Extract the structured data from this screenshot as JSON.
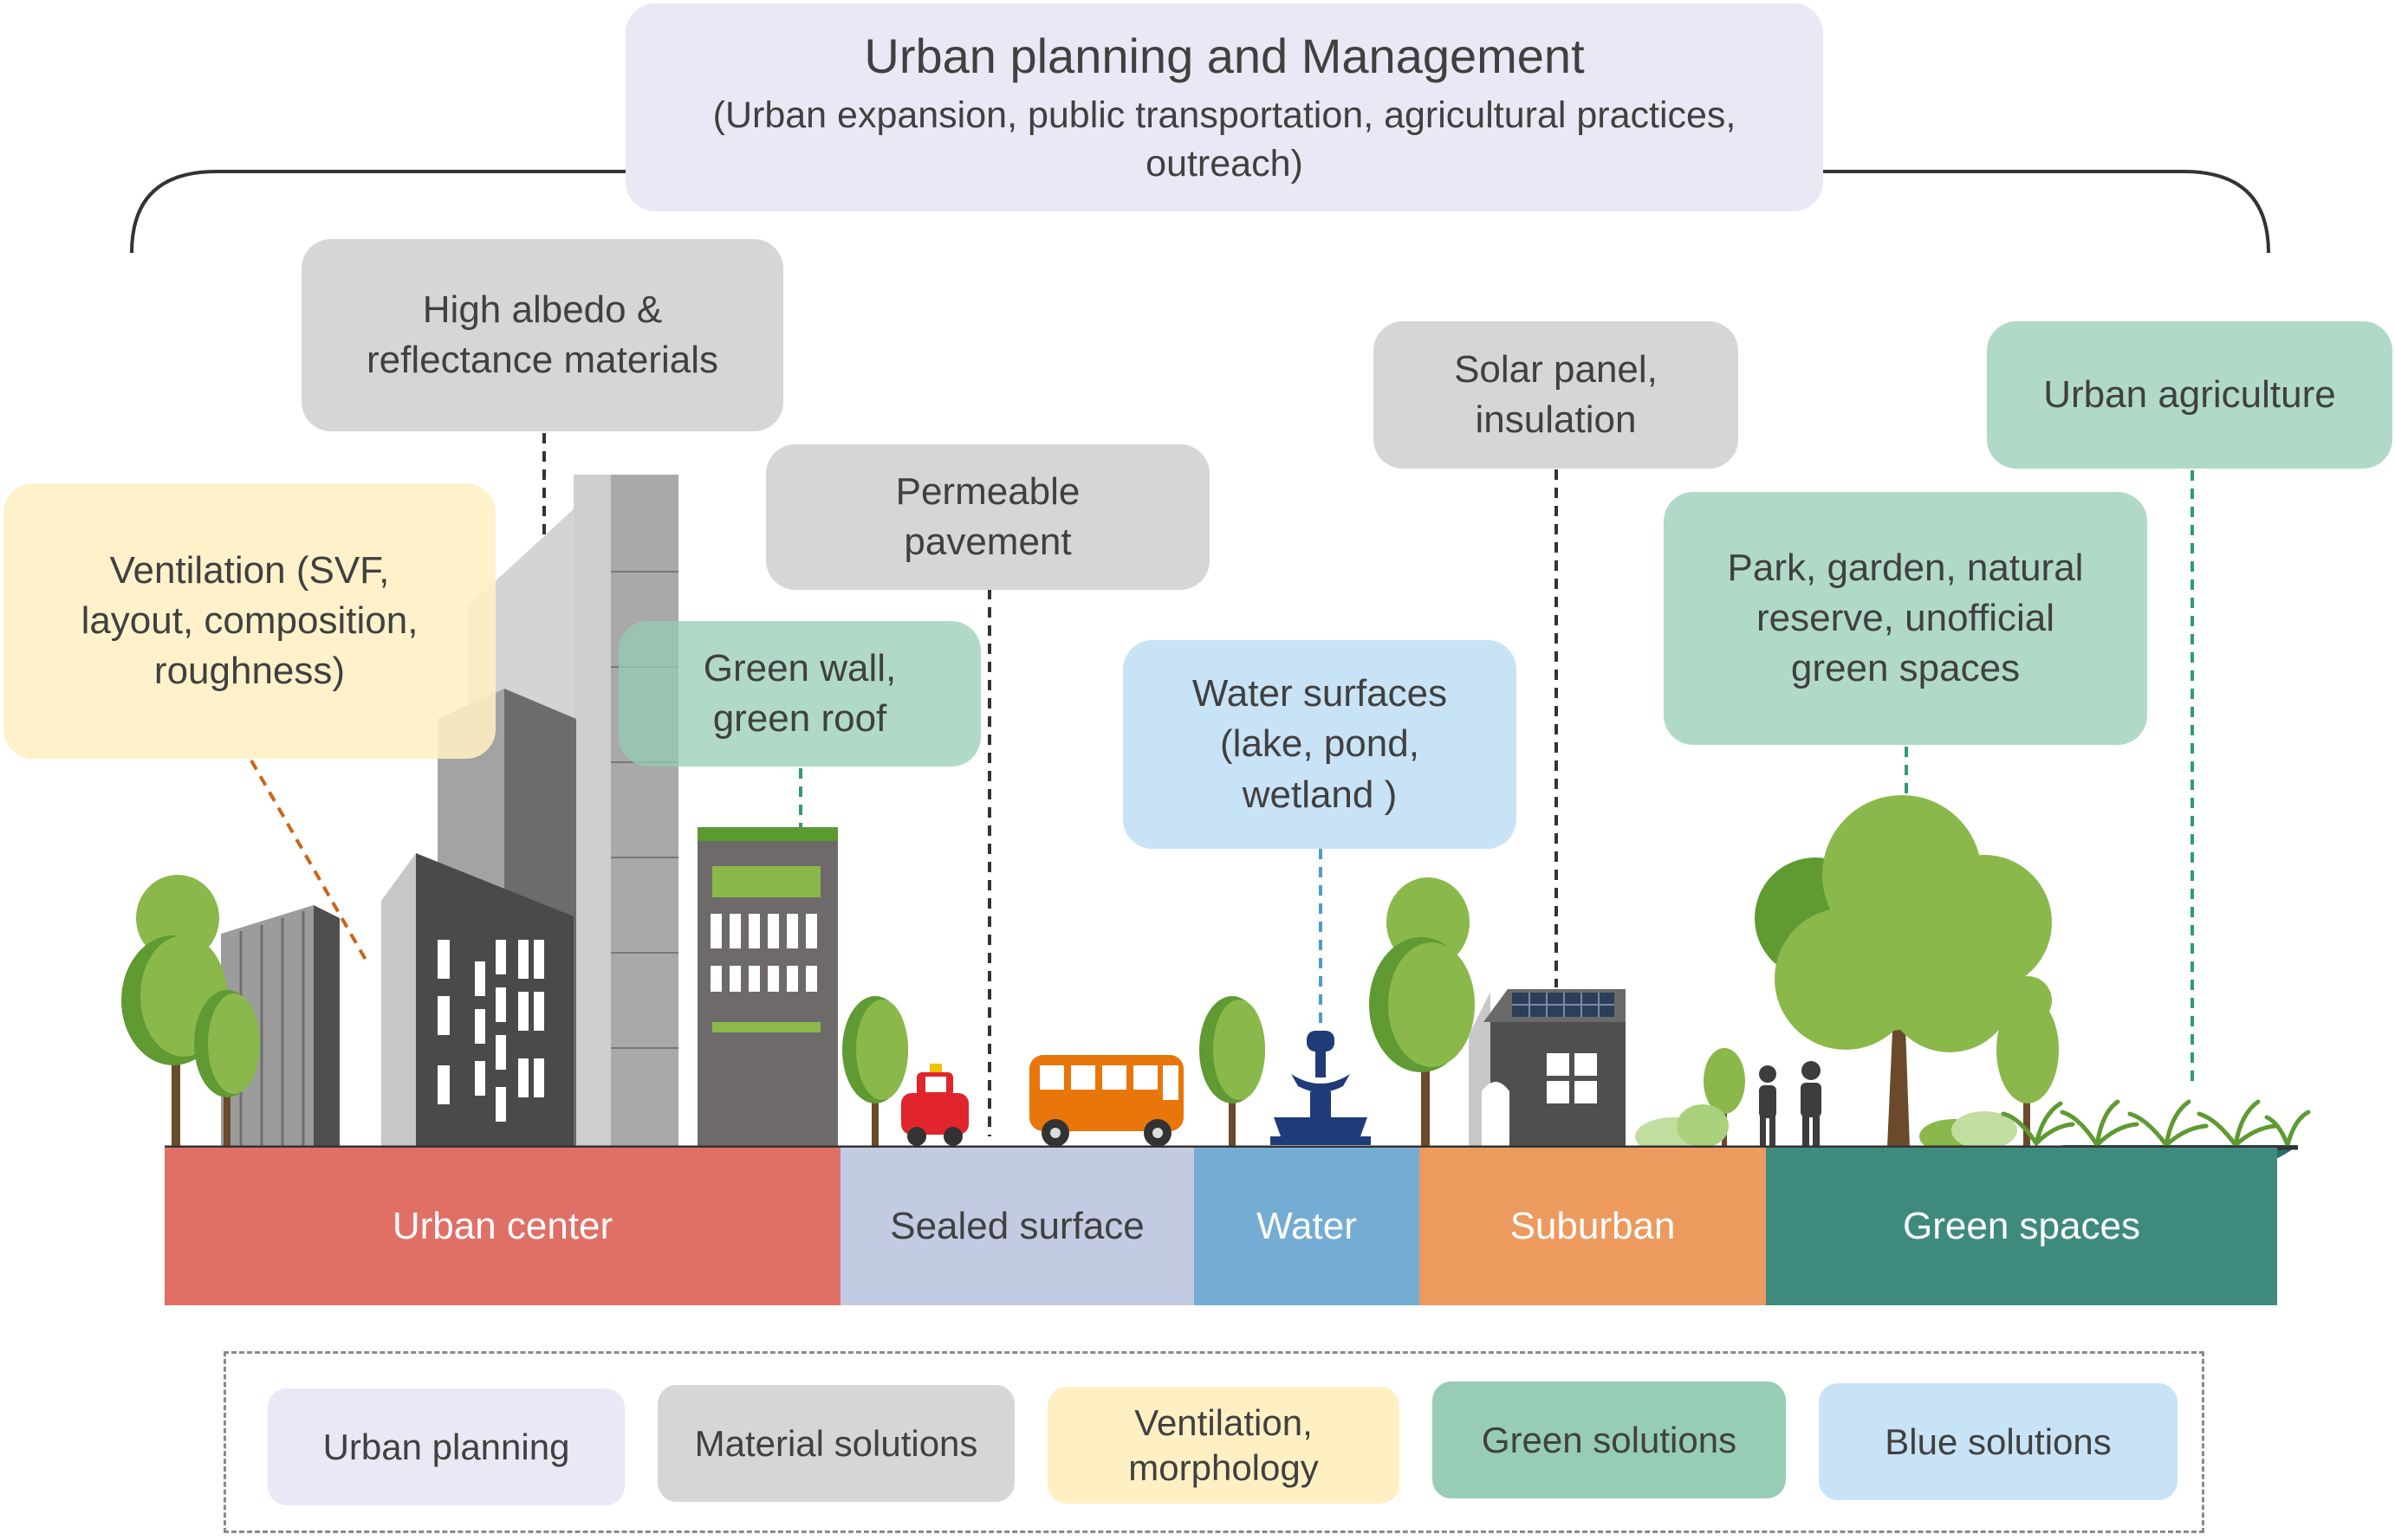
{
  "colors": {
    "urban_planning": "#eae8f4",
    "material": "#d6d6d6",
    "ventilation": "#fff0c4",
    "green": "#96cdb4",
    "blue": "#c9e3f6",
    "urban_center": "#e06f66",
    "sealed_surface": "#c3cbe3",
    "water": "#74acd3",
    "suburban": "#ec9a5e",
    "green_spaces": "#3e8b7e"
  },
  "header": {
    "title": "Urban planning and Management",
    "subtitle": "(Urban expansion, public transportation, agricultural practices,\noutreach)"
  },
  "callouts": {
    "albedo": "High albedo &\nreflectance materials",
    "ventilation": "Ventilation (SVF,\nlayout, composition,\nroughness)",
    "permeable": "Permeable\npavement",
    "green_wall": "Green wall,\ngreen roof",
    "water_surfaces": "Water surfaces\n(lake, pond,\nwetland )",
    "solar": "Solar panel,\ninsulation",
    "urban_agriculture": "Urban agriculture",
    "park": "Park, garden, natural\nreserve, unofficial\ngreen spaces"
  },
  "zones": {
    "urban_center": "Urban center",
    "sealed_surface": "Sealed surface",
    "water": "Water",
    "suburban": "Suburban",
    "green_spaces": "Green spaces"
  },
  "legend": {
    "urban_planning": "Urban planning",
    "material": "Material solutions",
    "ventilation": "Ventilation,\nmorphology",
    "green": "Green solutions",
    "blue": "Blue solutions"
  }
}
